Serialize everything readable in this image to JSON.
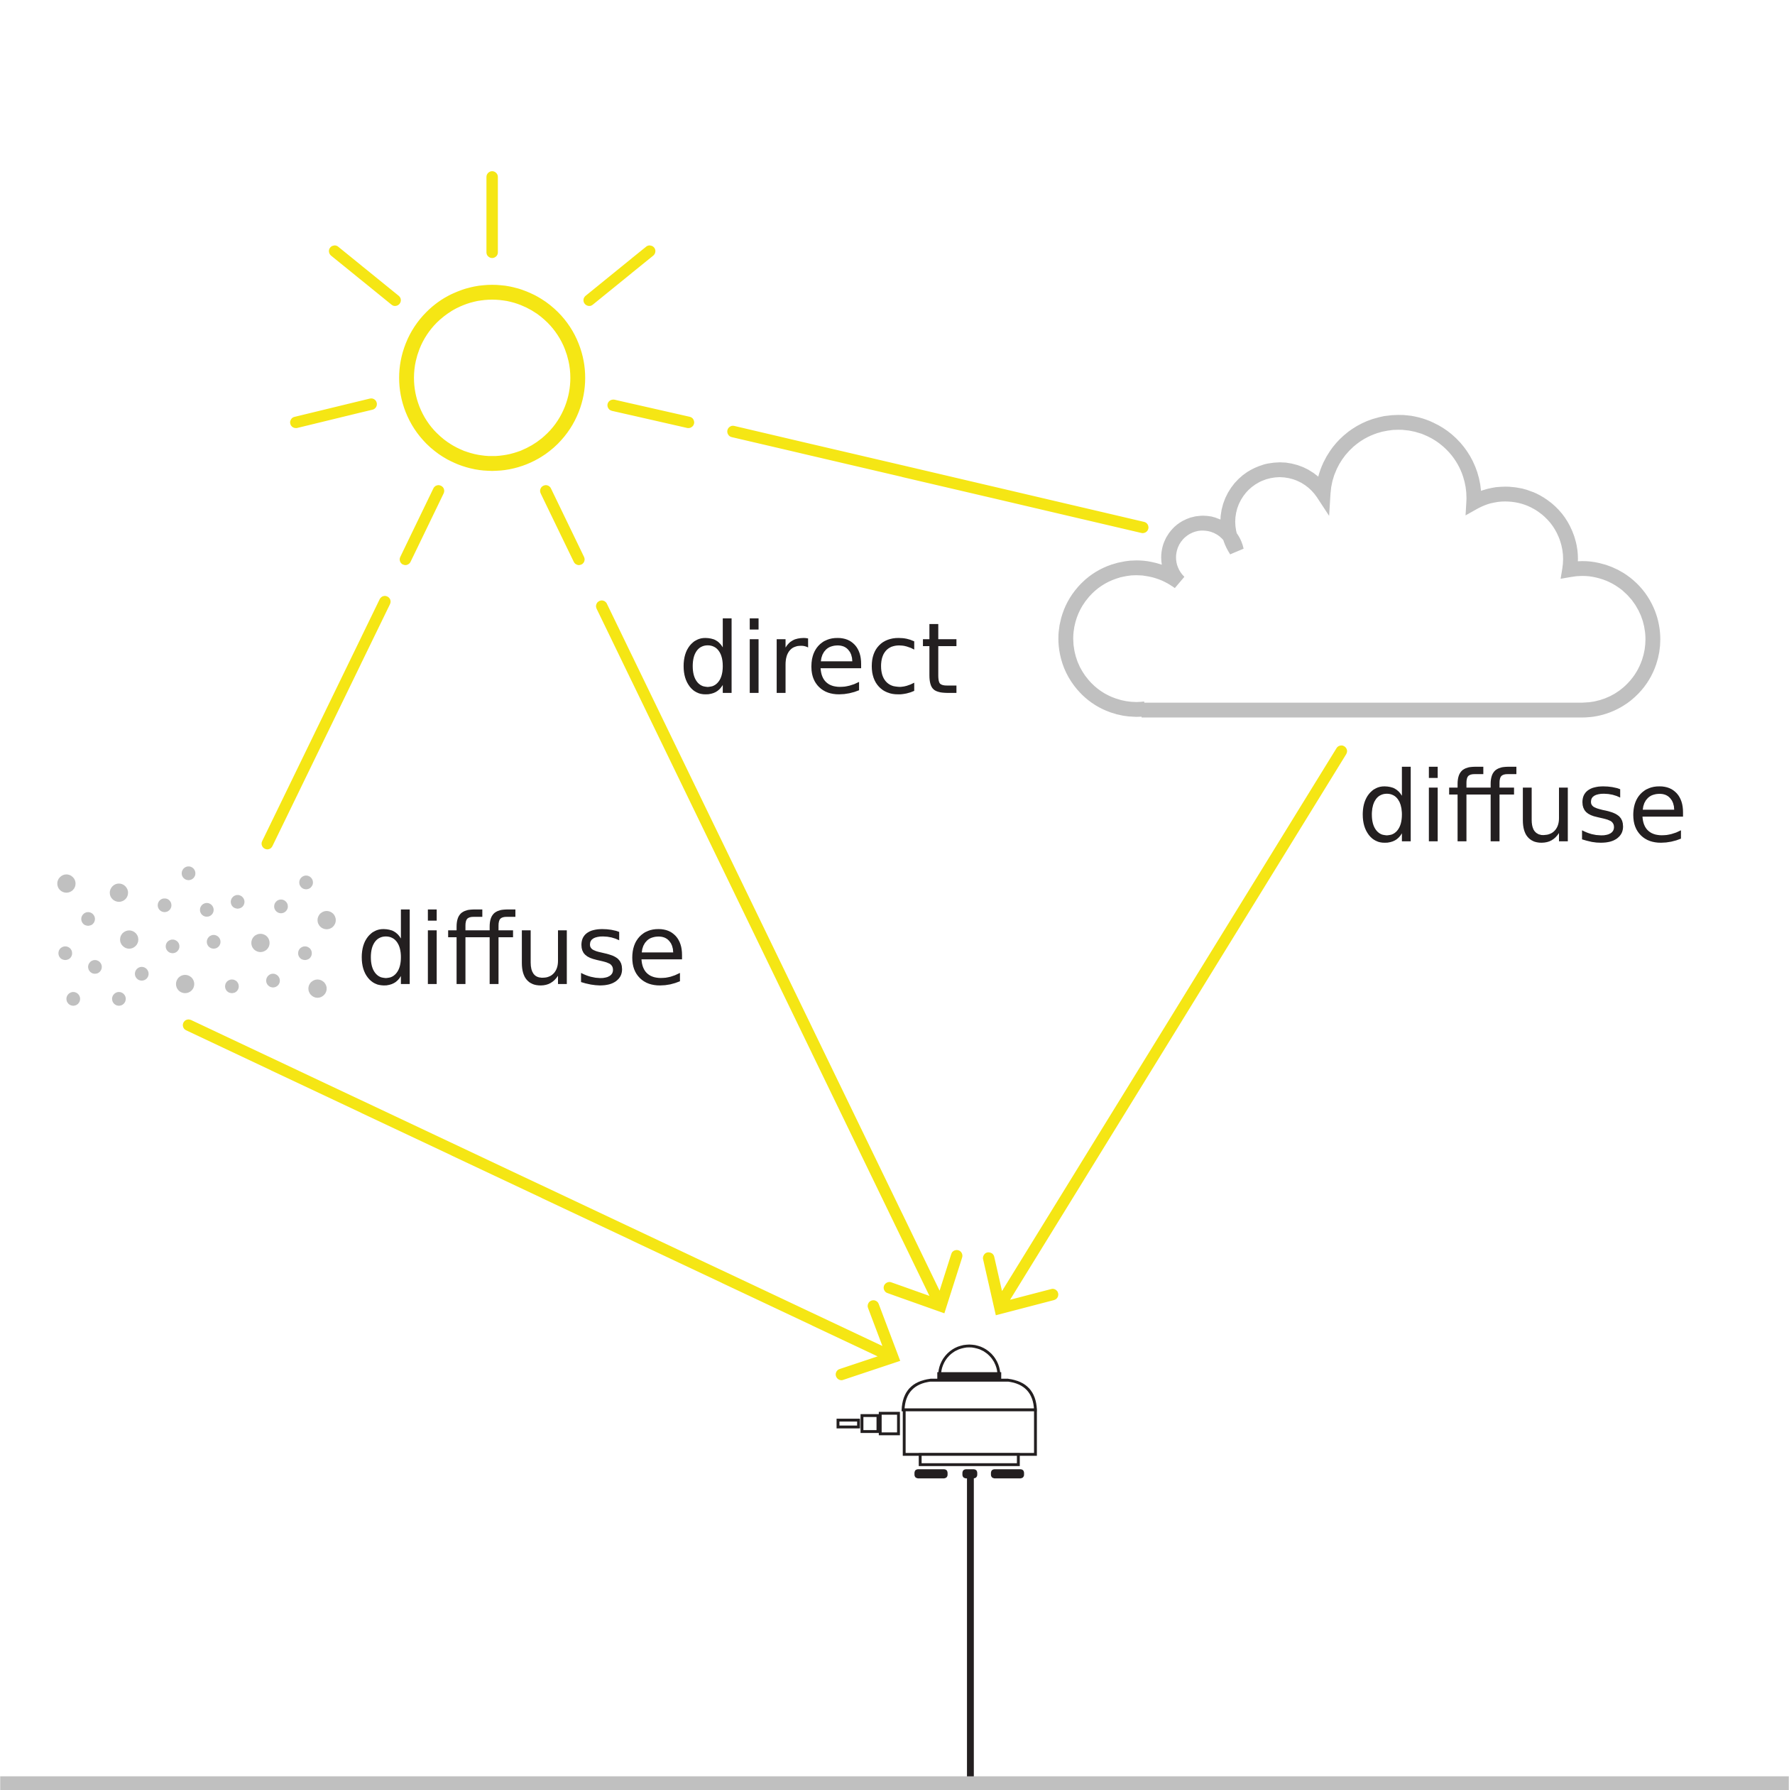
{
  "diagram": {
    "labels": {
      "direct": "direct",
      "diffuse_scatter": "diffuse",
      "diffuse_cloud": "diffuse"
    },
    "elements": [
      "sun",
      "cloud",
      "aerosol-particles",
      "radiation-sensor",
      "mounting-pole",
      "ground"
    ],
    "colors": {
      "sunlight": "#f5e614",
      "cloud": "#c0c0c0",
      "particles": "#c0c0c0",
      "text": "#231f20",
      "ground": "#c0c0c0"
    }
  }
}
